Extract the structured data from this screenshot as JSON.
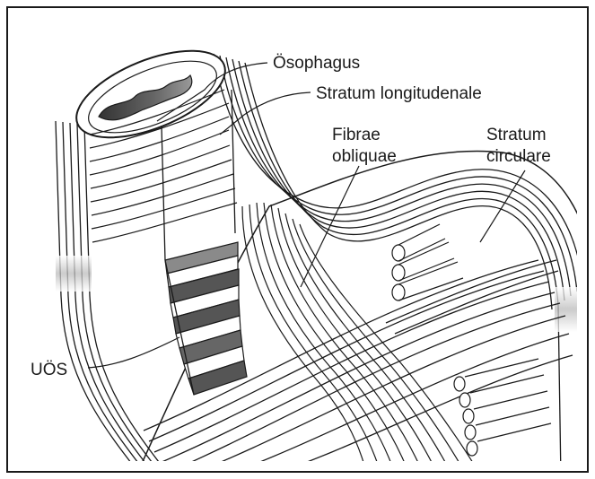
{
  "labels": {
    "oesophagus": "Ösophagus",
    "stratum_longitudinale": "Stratum longitudenale",
    "fibrae_line1": "Fibrae",
    "fibrae_line2": "obliquae",
    "stratum_circ_line1": "Stratum",
    "stratum_circ_line2": "circulare",
    "uoes": "UÖS"
  },
  "colors": {
    "ink": "#1a1a1a",
    "band_shade": "#c9c9c9",
    "sphincter_dark": "#555555",
    "sphincter_mid": "#8a8a8a",
    "paper": "#ffffff"
  }
}
